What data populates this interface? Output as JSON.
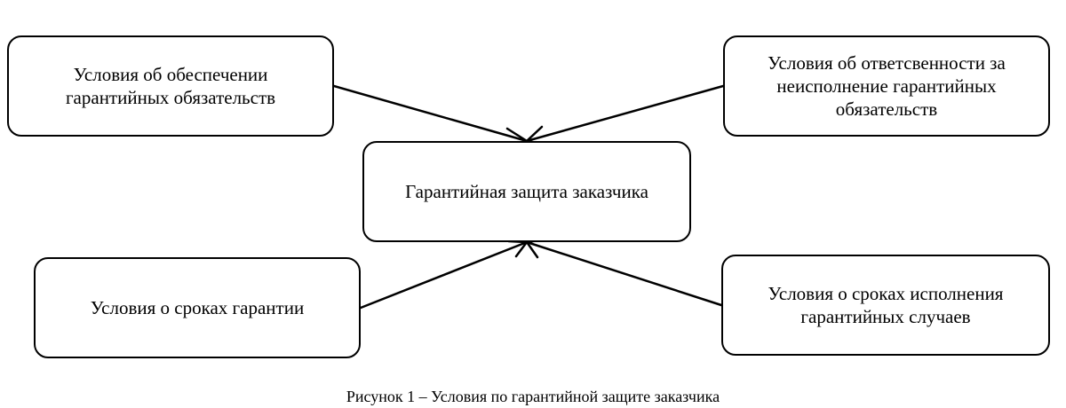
{
  "diagram": {
    "center": {
      "label": "Гарантийная защита заказчика"
    },
    "nodes": {
      "top_left": {
        "label": "Условия об обеспечении\nгарантийных обязательств"
      },
      "top_right": {
        "label": "Условия об ответсвенности за\nнеисполнение гарантийных\nобязательств"
      },
      "bottom_left": {
        "label": "Условия о сроках гарантии"
      },
      "bottom_right": {
        "label": "Условия о сроках исполнения\nгарантийных случаев"
      }
    },
    "colors": {
      "stroke": "#000000",
      "background": "#ffffff"
    }
  },
  "caption": "Рисунок 1 – Условия по гарантийной защите заказчика"
}
